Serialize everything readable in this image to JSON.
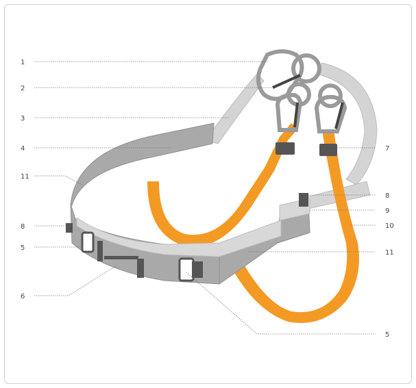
{
  "colors": {
    "background": "#ffffff",
    "frame": "#cfcfcf",
    "orange": "#f39a25",
    "belt_gray": "#a9a9a9",
    "belt_light": "#d8d8d8",
    "webbing_light": "#d4d4d4",
    "dark": "#555555",
    "leader": "#777777",
    "label": "#444444"
  },
  "labels": {
    "l1": "1",
    "l2": "2",
    "l3": "3",
    "l4": "4",
    "l11a": "11",
    "l8a": "8",
    "l5a": "5",
    "l6": "6",
    "l7": "7",
    "l8b": "8",
    "l9": "9",
    "l10": "10",
    "l11b": "11",
    "l5b": "5"
  }
}
